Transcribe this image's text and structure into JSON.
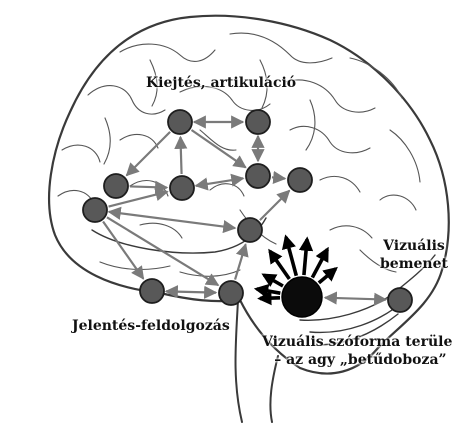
{
  "labels": {
    "articulation": "Kiejtés, artikuláció",
    "meaning": "Jelentés-feldolgozás",
    "visual_input_line1": "Vizuális",
    "visual_input_line2": "bemenet",
    "vwfa_line1": "Vizuális szóforma terület",
    "vwfa_line2": "– az agy „betűdoboza”"
  },
  "colors": {
    "node_fill": "#585858",
    "node_stroke": "#1e1e1e",
    "arrow": "#7a7a7a",
    "hub": "#0b0b0b",
    "brain_outline": "#3a3a3a"
  }
}
